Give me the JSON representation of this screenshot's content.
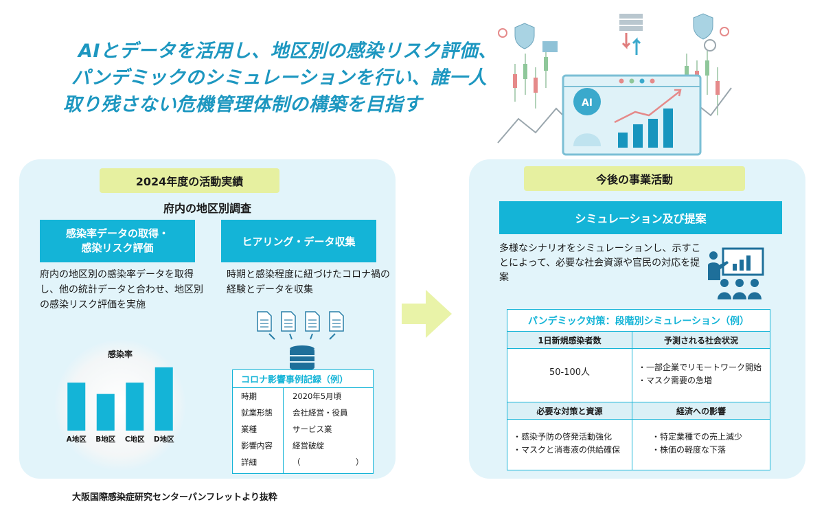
{
  "headline": [
    "AIとデータを活用し、地区別の感染リスク評価、",
    "パンデミックのシミュレーションを行い、誰一人",
    "取り残さない危機管理体制の構築を目指す"
  ],
  "left": {
    "pill": "2024年度の活動実績",
    "subtitle": "府内の地区別調査",
    "band1": [
      "感染率データの取得・",
      "感染リスク評価"
    ],
    "band2": "ヒアリング・データ収集",
    "para1": "府内の地区別の感染率データを取得し、他の統計データと合わせ、地区別の感染リスク評価を実施",
    "para2": "時期と感染程度に紐づけたコロナ禍の経験とデータを収集",
    "record": {
      "title": "コロナ影響事例記録（例）",
      "rows": [
        {
          "k": "時期",
          "v": "2020年5月頃"
        },
        {
          "k": "就業形態",
          "v": "会社経営・役員"
        },
        {
          "k": "業種",
          "v": "サービス業"
        },
        {
          "k": "影響内容",
          "v": "経営破綻"
        },
        {
          "k": "詳細",
          "v": "（　　　　　　　）"
        }
      ]
    }
  },
  "chart_data": {
    "type": "bar",
    "title": "感染率",
    "categories": [
      "A地区",
      "B地区",
      "C地区",
      "D地区"
    ],
    "values": [
      72,
      55,
      72,
      95
    ],
    "ylim": [
      0,
      100
    ],
    "color": "#14b4d7",
    "grid": false
  },
  "right": {
    "pill": "今後の事業活動",
    "band": "シミュレーション及び提案",
    "para": "多様なシナリオをシミュレーションし、示すことによって、必要な社会資源や官民の対応を提案",
    "sim": {
      "title": "パンデミック対策：段階別シミュレーション（例）",
      "h1": "1日新規感染者数",
      "h2": "予測される社会状況",
      "v1": "50-100人",
      "v2": [
        "・一部企業でリモートワーク開始",
        "・マスク需要の急増"
      ],
      "h3": "必要な対策と資源",
      "h4": "経済への影響",
      "v3": [
        "・感染予防の啓発活動強化",
        "・マスクと消毒液の供給確保"
      ],
      "v4": [
        "・特定業種での売上減少",
        "・株価の軽度な下落"
      ]
    }
  },
  "footer": "大阪国際感染症研究センターパンフレットより抜粋",
  "colors": {
    "accent": "#14b4d7",
    "headline": "#1d97c0",
    "pill": "#e6f0a0",
    "panel": "#e2f4fa",
    "arrow": "#e9f3a8"
  },
  "icons": {
    "hero": "ai-dashboard-illustration",
    "arrow": "right-arrow-icon",
    "docs": "document-stack-icon",
    "database": "database-icon",
    "teach": "presentation-icon"
  }
}
